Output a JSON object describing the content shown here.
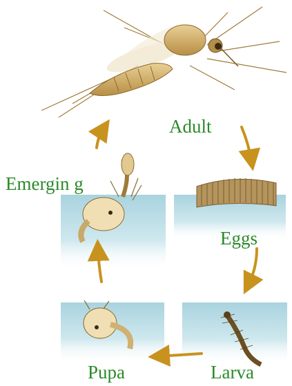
{
  "labels": {
    "adult": "Adult",
    "eggs": "Eggs",
    "emerging": "Emergin g",
    "pupa": "Pupa",
    "larva": "Larva"
  },
  "colors": {
    "label_green": "#2a8a2a",
    "arrow": "#c8921e",
    "water": "#b9dde7",
    "insect": "#d9b877"
  },
  "stages": [
    "adult",
    "eggs",
    "larva",
    "pupa",
    "emerging"
  ]
}
